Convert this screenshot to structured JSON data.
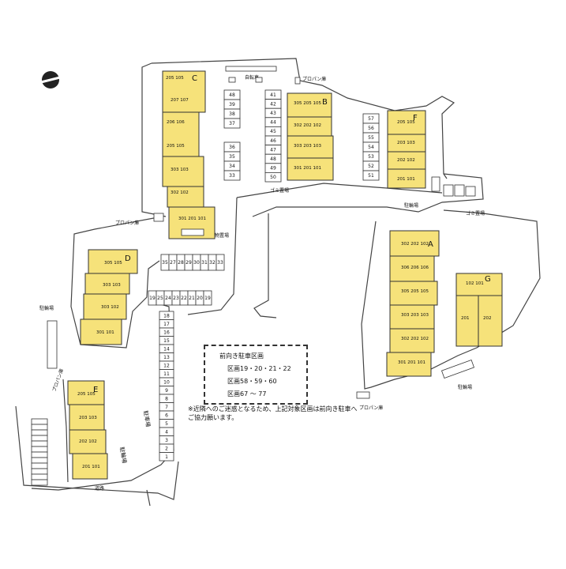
{
  "buildings": [
    {
      "id": "bld-c",
      "label": "C",
      "units": [
        "205 105",
        "207 107",
        "206 106",
        "205 105",
        "303 103",
        "302 102",
        "301 201 101"
      ]
    },
    {
      "id": "bld-b",
      "label": "B",
      "units": [
        "305 205 105",
        "302 202 102",
        "303 203 103",
        "301 201 101"
      ]
    },
    {
      "id": "bld-f",
      "label": "F",
      "units": [
        "205 105",
        "203 103",
        "202 102",
        "201 101"
      ]
    },
    {
      "id": "bld-d",
      "label": "D",
      "units": [
        "305 105",
        "303 103",
        "303 102",
        "301 101"
      ]
    },
    {
      "id": "bld-a",
      "label": "A",
      "units": [
        "302 202 102",
        "306 206 106",
        "305 205 105",
        "303 203 103",
        "302 202 102",
        "301 201 101"
      ]
    },
    {
      "id": "bld-e",
      "label": "E",
      "units": [
        "205 105",
        "203 103",
        "202 102",
        "201 101"
      ]
    },
    {
      "id": "bld-g",
      "label": "G",
      "units": [
        "102 101",
        "201",
        "202"
      ]
    }
  ],
  "parking": {
    "col_48_37": [
      "48",
      "39",
      "38",
      "37"
    ],
    "col_36_33": [
      "36",
      "35",
      "34",
      "33"
    ],
    "col_41_50": [
      "41",
      "42",
      "43",
      "44",
      "45",
      "46",
      "47",
      "48",
      "49",
      "50"
    ],
    "col_57_51": [
      "57",
      "56",
      "55",
      "54",
      "53",
      "52",
      "51"
    ],
    "row_35_32": [
      "35",
      "27",
      "28",
      "29",
      "30",
      "31",
      "32",
      "33"
    ],
    "row_19": [
      "19",
      "25",
      "24",
      "23",
      "22",
      "21",
      "20",
      "19"
    ],
    "col_18_1": [
      "18",
      "17",
      "16",
      "15",
      "14",
      "13",
      "12",
      "11",
      "10",
      "9",
      "8",
      "7",
      "6",
      "5",
      "4",
      "3",
      "2",
      "1"
    ],
    "lower_left": [
      "",
      "",
      "",
      "",
      "",
      "",
      "",
      "",
      "",
      "",
      "",
      ""
    ]
  },
  "labels": {
    "propane": "プロパン庫",
    "propane_b": "プロパン庫",
    "propane_c": "プロパン庫",
    "propane_d": "プロパン庫",
    "garbage": "ゴミ置場",
    "garbage_b": "ゴミ置場",
    "bike": "自転車",
    "bike_b": "駐輪場",
    "bike_c": "駐輪場",
    "bike_d": "駐輪場",
    "shed": "物置場",
    "parking_road": "駐車場",
    "parking_road_b": "駐輪場",
    "south_road": "道路"
  },
  "notice": {
    "title": "前向き駐車区画",
    "rows": [
      "区画19・20・21・22",
      "区画58・59・60",
      "区画67 〜 77"
    ]
  },
  "note": "※近隣へのご迷惑となるため、上記対象区画は前向き駐車へご協力願います。"
}
